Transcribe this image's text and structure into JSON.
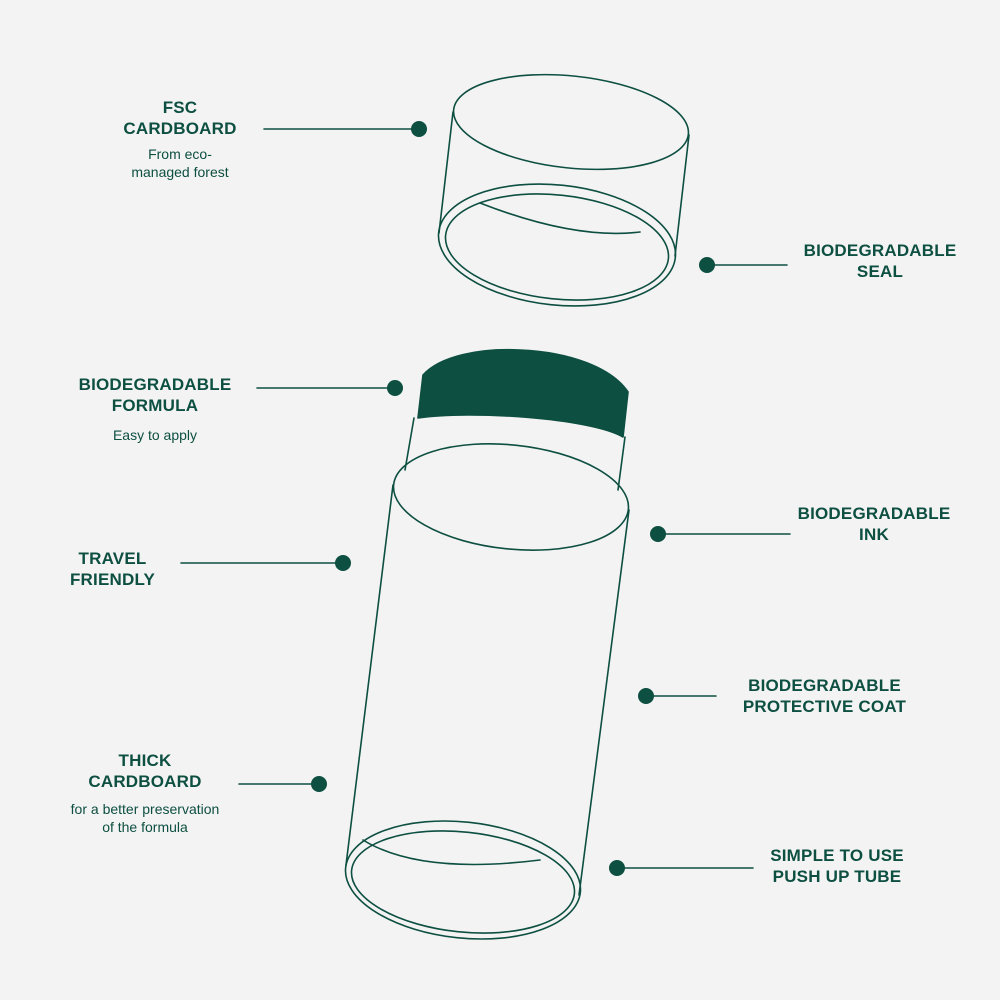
{
  "colors": {
    "accent": "#0d4f41",
    "background": "#f3f3f3"
  },
  "labels": {
    "fsc_cardboard": {
      "title": "FSC\nCARDBOARD",
      "subtitle": "From eco-\nmanaged forest"
    },
    "biodegradable_seal": {
      "title": "BIODEGRADABLE\nSEAL"
    },
    "biodegradable_formula": {
      "title": "BIODEGRADABLE\nFORMULA",
      "subtitle": "Easy to apply"
    },
    "biodegradable_ink": {
      "title": "BIODEGRADABLE\nINK"
    },
    "travel_friendly": {
      "title": "TRAVEL\nFRIENDLY"
    },
    "biodegradable_protective_coat": {
      "title": "BIODEGRADABLE\nPROTECTIVE COAT"
    },
    "thick_cardboard": {
      "title": "THICK\nCARDBOARD",
      "subtitle": "for a better preservation\nof the formula"
    },
    "simple_to_use": {
      "title": "SIMPLE TO USE\nPUSH UP TUBE"
    }
  }
}
